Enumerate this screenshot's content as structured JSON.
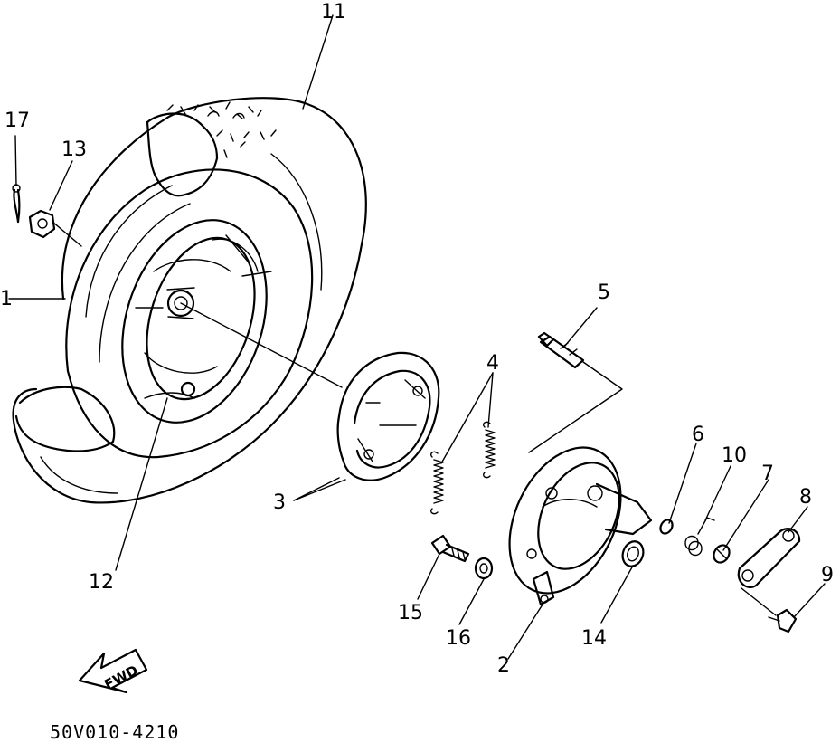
{
  "diagram": {
    "callouts": [
      {
        "id": "c1",
        "label": "1"
      },
      {
        "id": "c2",
        "label": "2"
      },
      {
        "id": "c3",
        "label": "3"
      },
      {
        "id": "c4",
        "label": "4"
      },
      {
        "id": "c5",
        "label": "5"
      },
      {
        "id": "c6",
        "label": "6"
      },
      {
        "id": "c7",
        "label": "7"
      },
      {
        "id": "c8",
        "label": "8"
      },
      {
        "id": "c9",
        "label": "9"
      },
      {
        "id": "c10",
        "label": "10"
      },
      {
        "id": "c11",
        "label": "11"
      },
      {
        "id": "c12",
        "label": "12"
      },
      {
        "id": "c13",
        "label": "13"
      },
      {
        "id": "c14",
        "label": "14"
      },
      {
        "id": "c15",
        "label": "15"
      },
      {
        "id": "c16",
        "label": "16"
      },
      {
        "id": "c17",
        "label": "17"
      }
    ],
    "direction_arrow": {
      "label": "FWD"
    },
    "drawing_code": "50V010-4210"
  }
}
